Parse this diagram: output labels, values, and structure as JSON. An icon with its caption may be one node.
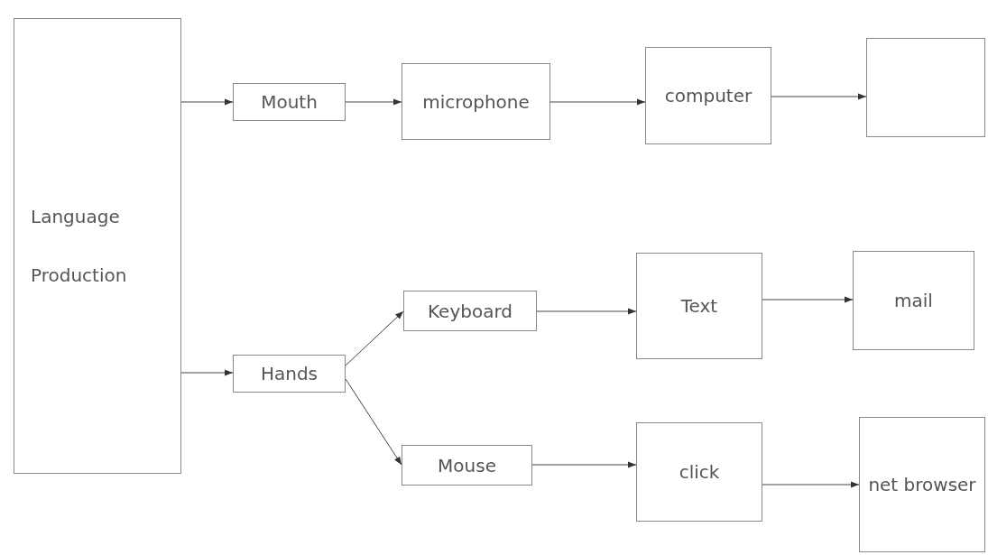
{
  "diagram": {
    "nodes": [
      {
        "text": [
          "Language Production"
        ]
      },
      {
        "text": [
          "Mouth"
        ]
      },
      {
        "text": [
          "microphone"
        ]
      },
      {
        "text": [
          "computer"
        ]
      },
      {
        "text": [],
        "shape": "box"
      },
      {
        "text": [
          "Hands"
        ]
      },
      {
        "text": [
          "Keyboard"
        ]
      },
      {
        "text": [
          "Text"
        ]
      },
      {
        "text": [
          "mail"
        ]
      },
      {
        "text": [
          "Mouse"
        ]
      },
      {
        "text": [
          "click"
        ]
      },
      {
        "text": [
          "net browser"
        ]
      }
    ],
    "edges": [
      {
        "from": 0,
        "to": 1,
        "arrow": "to"
      },
      {
        "from": 1,
        "to": 2,
        "arrow": "to"
      },
      {
        "from": 2,
        "to": 3,
        "arrow": "to"
      },
      {
        "from": 3,
        "to": 4,
        "arrow": "to"
      },
      {
        "from": 0,
        "to": 5,
        "arrow": "to"
      },
      {
        "from": 5,
        "to": 6,
        "arrow": "to"
      },
      {
        "from": 5,
        "to": 9,
        "arrow": "to"
      },
      {
        "from": 6,
        "to": 7,
        "arrow": "to"
      },
      {
        "from": 7,
        "to": 8,
        "arrow": "to"
      },
      {
        "from": 9,
        "to": 10,
        "arrow": "to"
      },
      {
        "from": 10,
        "to": 11,
        "arrow": "to"
      }
    ]
  }
}
